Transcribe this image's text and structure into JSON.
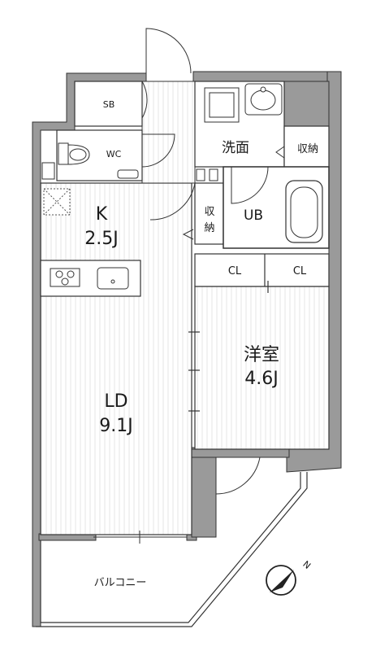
{
  "rooms": {
    "sb": "SB",
    "wc": "WC",
    "washroom": "洗面",
    "storage_wash": "収納",
    "kitchen": "K",
    "kitchen_size": "2.5J",
    "storage_hall_top": "収",
    "storage_hall_bottom": "納",
    "unit_bath": "UB",
    "closet_left": "CL",
    "closet_right": "CL",
    "bedroom": "洋室",
    "bedroom_size": "4.6J",
    "living": "LD",
    "living_size": "9.1J",
    "balcony": "バルコニー"
  },
  "colors": {
    "wall": "#9a9a9a",
    "wall_outline": "#333333",
    "floor_stripe": "#e6e6e6",
    "line": "#2a2a2a"
  },
  "icons": {
    "compass": "north-arrow-icon",
    "north_mark": "N"
  }
}
